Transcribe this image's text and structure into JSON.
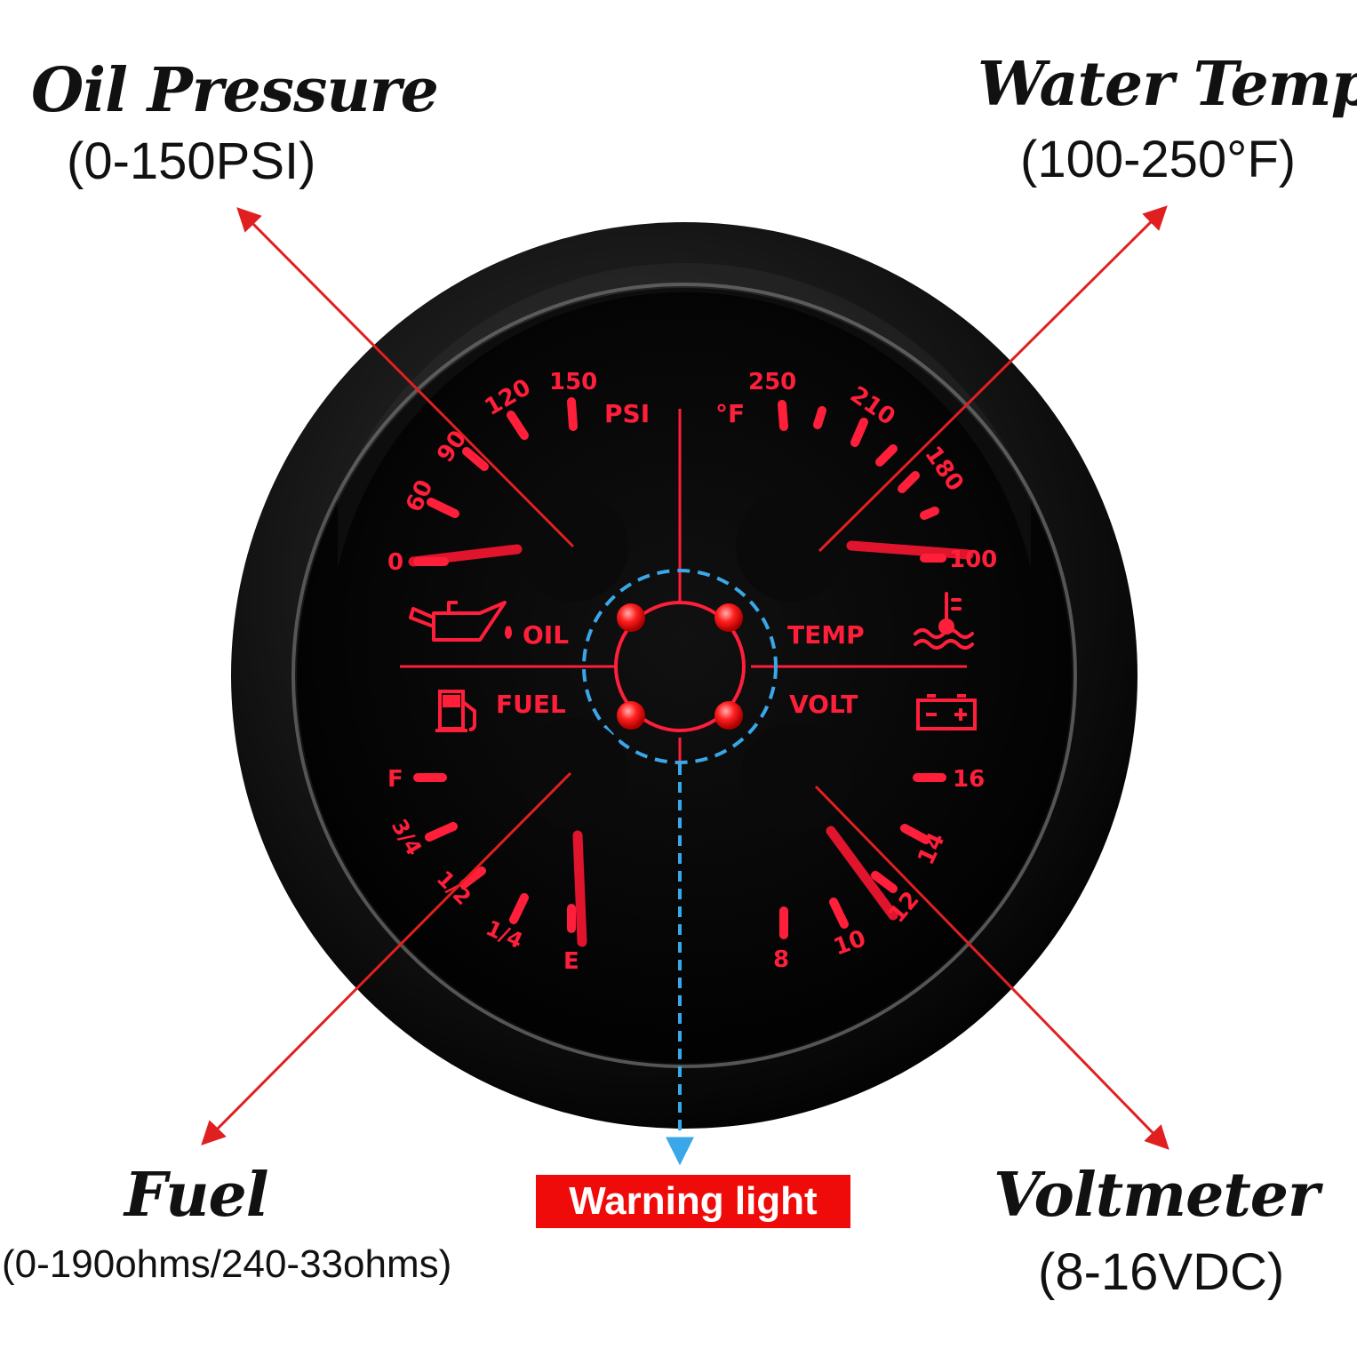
{
  "callouts": {
    "oil": {
      "title": "Oil Pressure",
      "range": "(0-150PSI)"
    },
    "water": {
      "title": "Water Temp",
      "range": "(100-250°F)"
    },
    "fuel": {
      "title": "Fuel",
      "range": "(0-190ohms/240-33ohms)"
    },
    "volt": {
      "title": "Voltmeter",
      "range": "(8-16VDC)"
    }
  },
  "warning_label": "Warning light",
  "dial": {
    "oil": {
      "unit": "PSI",
      "label": "OIL",
      "ticks": [
        "0",
        "60",
        "90",
        "120",
        "150"
      ]
    },
    "temp": {
      "unit": "°F",
      "label": "TEMP",
      "ticks": [
        "100",
        "180",
        "210",
        "250"
      ]
    },
    "fuel": {
      "label": "FUEL",
      "ticks": [
        "F",
        "3/4",
        "1/2",
        "1/4",
        "E"
      ]
    },
    "volt": {
      "label": "VOLT",
      "ticks": [
        "16",
        "14",
        "12",
        "10",
        "8"
      ]
    }
  },
  "colors": {
    "dial_glow": "#ff1f3a",
    "arrow": "#e02020",
    "warning_arrow": "#3aa8e8",
    "warning_bg": "#f00b0b"
  },
  "icons": [
    "oil-can-icon",
    "thermometer-water-icon",
    "fuel-pump-icon",
    "battery-icon"
  ]
}
